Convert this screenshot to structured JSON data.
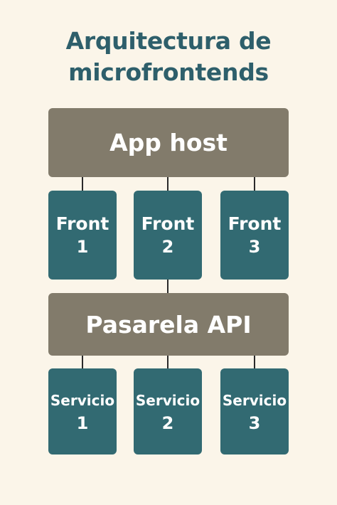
{
  "diagram": {
    "title_line1": "Arquitectura de",
    "title_line2": "microfrontends",
    "host": {
      "label": "App host"
    },
    "fronts": [
      {
        "name": "Front",
        "num": "1"
      },
      {
        "name": "Front",
        "num": "2"
      },
      {
        "name": "Front",
        "num": "3"
      }
    ],
    "gateway": {
      "label": "Pasarela API"
    },
    "services": [
      {
        "name": "Servicio",
        "num": "1"
      },
      {
        "name": "Servicio",
        "num": "2"
      },
      {
        "name": "Servicio",
        "num": "3"
      }
    ]
  },
  "colors": {
    "background": "#fbf5e9",
    "title": "#2e5f6b",
    "bar": "#827b6b",
    "card": "#326a72",
    "connector": "#2a2a2a"
  }
}
